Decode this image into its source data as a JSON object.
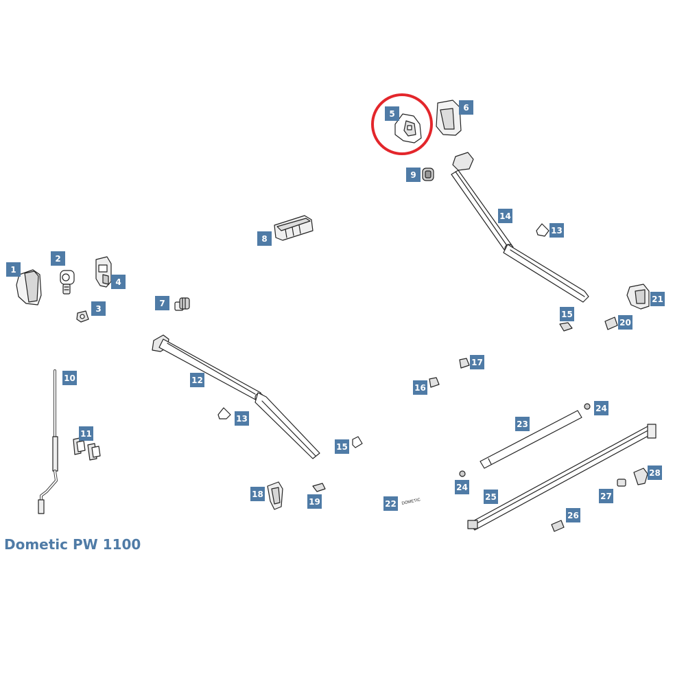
{
  "title": "Dometic PW 1100",
  "highlight_color": "#e3262b",
  "label_color": "#4f7ba6",
  "highlighted_part": "5",
  "callouts": [
    "1",
    "2",
    "3",
    "4",
    "5",
    "6",
    "7",
    "8",
    "9",
    "10",
    "11",
    "12",
    "13",
    "14",
    "13",
    "15",
    "15",
    "16",
    "17",
    "18",
    "19",
    "20",
    "21",
    "22",
    "23",
    "24",
    "24",
    "25",
    "26",
    "27",
    "28"
  ],
  "small_text": {
    "part22": "DOMETIC"
  }
}
